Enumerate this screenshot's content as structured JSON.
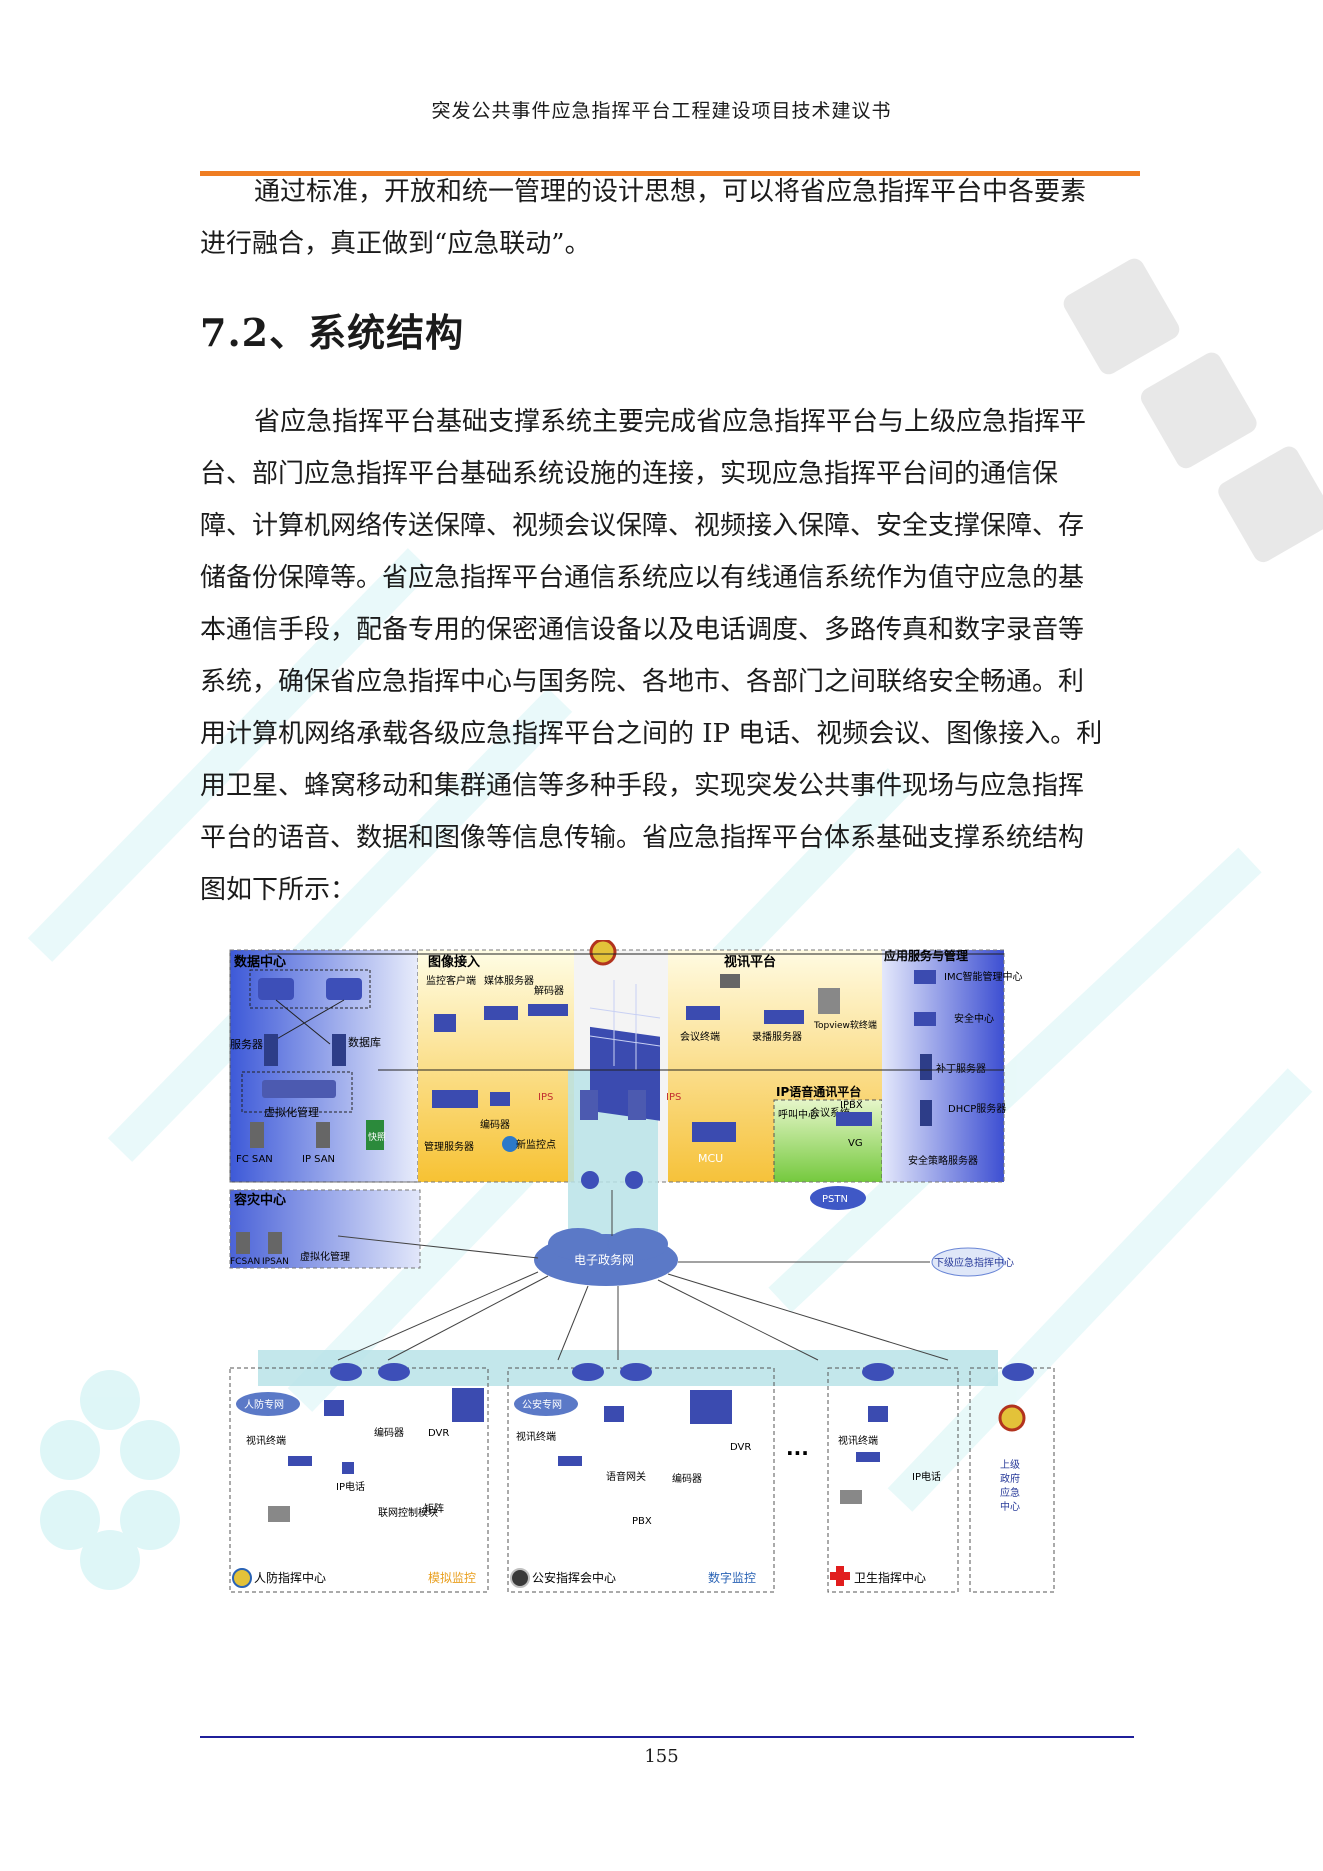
{
  "header": {
    "title": "突发公共事件应急指挥平台工程建设项目技术建议书"
  },
  "paragraph1": {
    "line1": "通过标准，开放和统一管理的设计思想，可以将省应急指挥平台中各要素",
    "line2": "进行融合，真正做到“应急联动”。"
  },
  "section": {
    "title": "7.2、系统结构"
  },
  "paragraph2": {
    "lines": [
      "省应急指挥平台基础支撑系统主要完成省应急指挥平台与上级应急指挥平",
      "台、部门应急指挥平台基础系统设施的连接，实现应急指挥平台间的通信保",
      "障、计算机网络传送保障、视频会议保障、视频接入保障、安全支撑保障、存",
      "储备份保障等。省应急指挥平台通信系统应以有线通信系统作为值守应急的基",
      "本通信手段，配备专用的保密通信设备以及电话调度、多路传真和数字录音等",
      "系统，确保省应急指挥中心与国务院、各地市、各部门之间联络安全畅通。利",
      "用计算机网络承载各级应急指挥平台之间的 IP 电话、视频会议、图像接入。利",
      "用卫星、蜂窝移动和集群通信等多种手段，实现突发公共事件现场与应急指挥",
      "平台的语音、数据和图像等信息传输。省应急指挥平台体系基础支撑系统结构",
      "图如下所示："
    ]
  },
  "diagram": {
    "data_center": {
      "title": "数据中心",
      "servers": "服务器",
      "database": "数据库",
      "virtualization": "虚拟化管理",
      "fc_san": "FC SAN",
      "ip_san": "IP SAN",
      "backup": "快照"
    },
    "image_access": {
      "title": "图像接入",
      "monitor_client": "监控客户端",
      "media_server": "媒体服务器",
      "decoder": "解码器",
      "mgmt_server": "管理服务器",
      "encoder": "编码器",
      "new_monitor_point": "新监控点"
    },
    "video_platform": {
      "title": "视讯平台",
      "conf_terminal": "会议终端",
      "rec_server": "录播服务器",
      "topview": "Topview软终端",
      "mcu": "MCU"
    },
    "app_services": {
      "title": "应用服务与管理",
      "imc": "IMC智能管理中心",
      "security_center": "安全中心",
      "patch_server": "补丁服务器",
      "dhcp": "DHCP服务器",
      "security_policy": "安全策略服务器"
    },
    "ip_voice": {
      "title": "IP语音通讯平台",
      "call_center": "呼叫中心",
      "conf_system": "会议系统",
      "ipbx": "IPBX",
      "vg": "VG",
      "pstn": "PSTN"
    },
    "ips_label": "IPS",
    "disaster_center": {
      "title": "容灾中心",
      "fcsan": "FCSAN",
      "ipsan": "IPSAN",
      "virt": "虚拟化管理"
    },
    "egov_network": "电子政务网",
    "lower_center": "下级应急指挥中心",
    "civil_defense": {
      "private_net": "人防专网",
      "video_terminal": "视讯终端",
      "encoder": "编码器",
      "dvr": "DVR",
      "ip_phone": "IP电话",
      "network_module": "联网控制模块",
      "matrix": "矩阵",
      "center": "人防指挥中心",
      "analog": "模拟监控"
    },
    "police": {
      "private_net": "公安专网",
      "video_terminal": "视讯终端",
      "voice_gateway": "语音网关",
      "encoder": "编码器",
      "dvr": "DVR",
      "pbx": "PBX",
      "center": "公安指挥会中心",
      "digital": "数字监控"
    },
    "health": {
      "video_terminal": "视讯终端",
      "ip_phone": "IP电话",
      "center": "卫生指挥中心"
    },
    "ellipsis": "···",
    "superior": {
      "line1": "上级",
      "line2": "政府",
      "line3": "应急",
      "line4": "中心"
    }
  },
  "footer": {
    "page_number": "155"
  }
}
